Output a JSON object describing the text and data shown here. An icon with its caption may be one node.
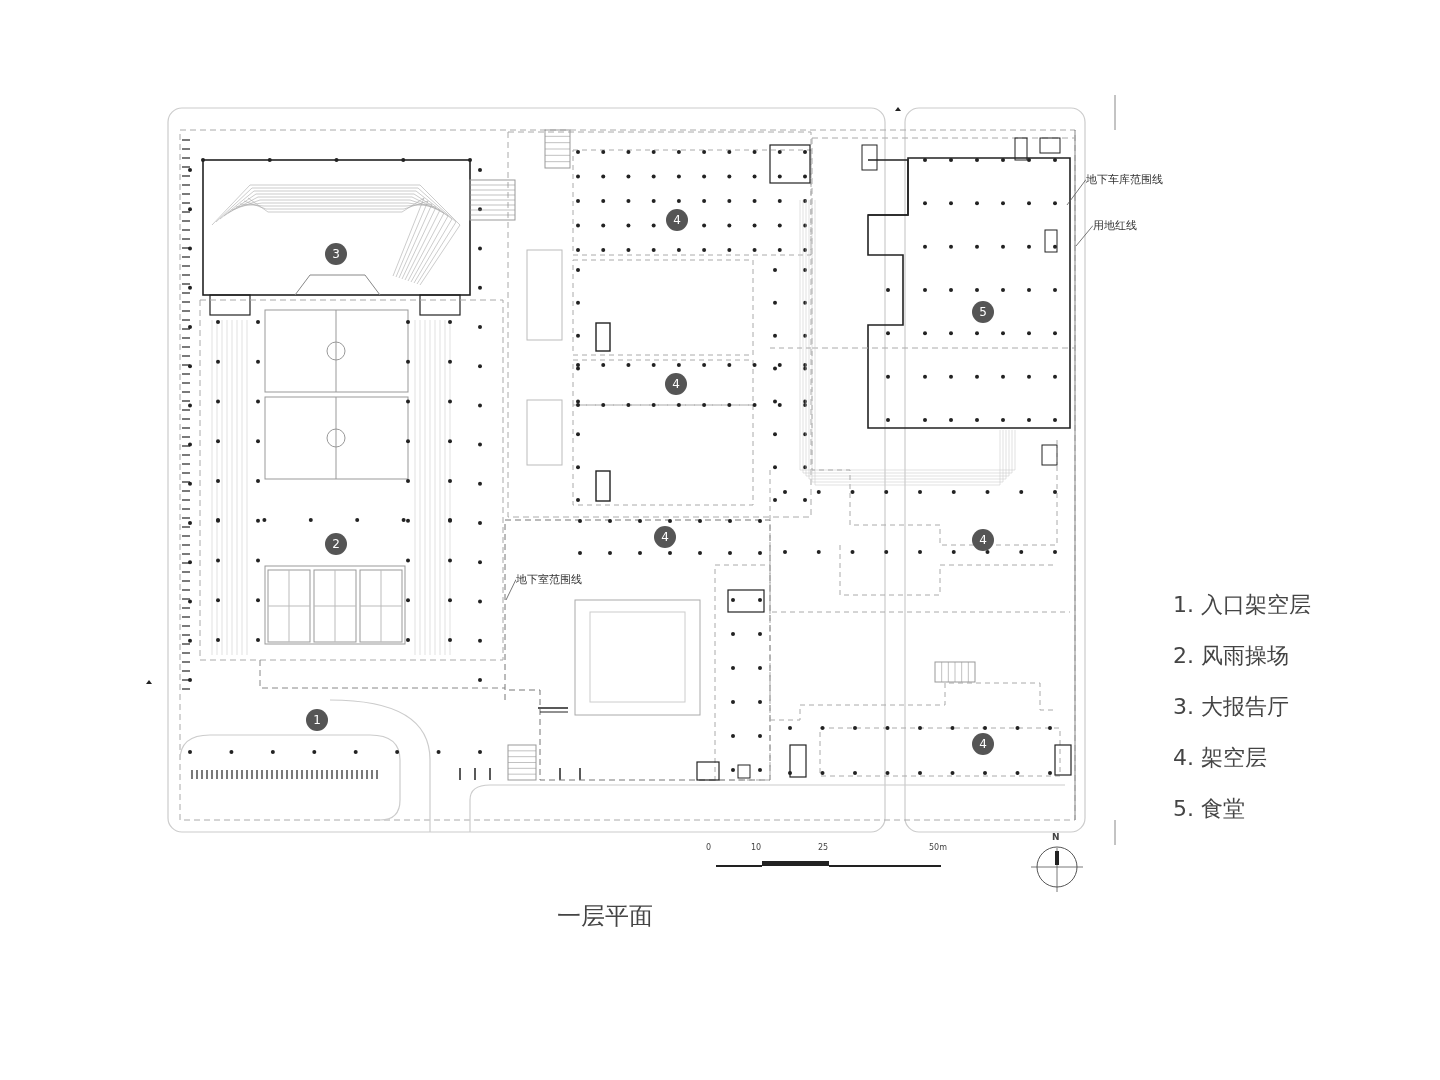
{
  "diagram": {
    "caption": "一层平面",
    "nodes": [
      {
        "text": [
          "4"
        ]
      },
      {
        "text": [
          "3"
        ]
      },
      {
        "text": [
          "5"
        ]
      },
      {
        "text": [
          "4"
        ]
      },
      {
        "text": [
          "4"
        ]
      },
      {
        "text": [
          "2"
        ]
      },
      {
        "text": [
          "4"
        ]
      },
      {
        "text": [
          "1"
        ]
      },
      {
        "text": [
          "4"
        ]
      },
      {
        "text": [
          "地下车库范围线"
        ]
      },
      {
        "text": [
          "用地红线"
        ]
      },
      {
        "text": [
          "地下室范围线"
        ]
      }
    ],
    "edges": [
      {
        "from": 9,
        "to": null,
        "arrow": "none"
      },
      {
        "from": 10,
        "to": null,
        "arrow": "none"
      },
      {
        "from": 11,
        "to": null,
        "arrow": "none"
      }
    ],
    "labels": [
      "1. 入口架空层",
      "2. 风雨操场",
      "3. 大报告厅",
      "4. 架空层",
      "5. 食堂",
      "0",
      "10",
      "25",
      "50m",
      "N"
    ]
  }
}
